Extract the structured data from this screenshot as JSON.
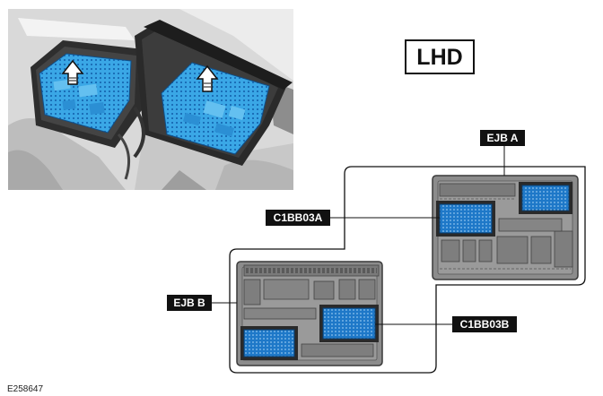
{
  "figure_id": "E258647",
  "drive_label": "LHD",
  "callouts": {
    "ejb_a": "EJB A",
    "ejb_b": "EJB B",
    "connector_a": "C1BB03A",
    "connector_b": "C1BB03B"
  },
  "colors": {
    "highlight": "#1e78c8",
    "module_body": "#8c8c8c",
    "callout_bg": "#111111"
  }
}
